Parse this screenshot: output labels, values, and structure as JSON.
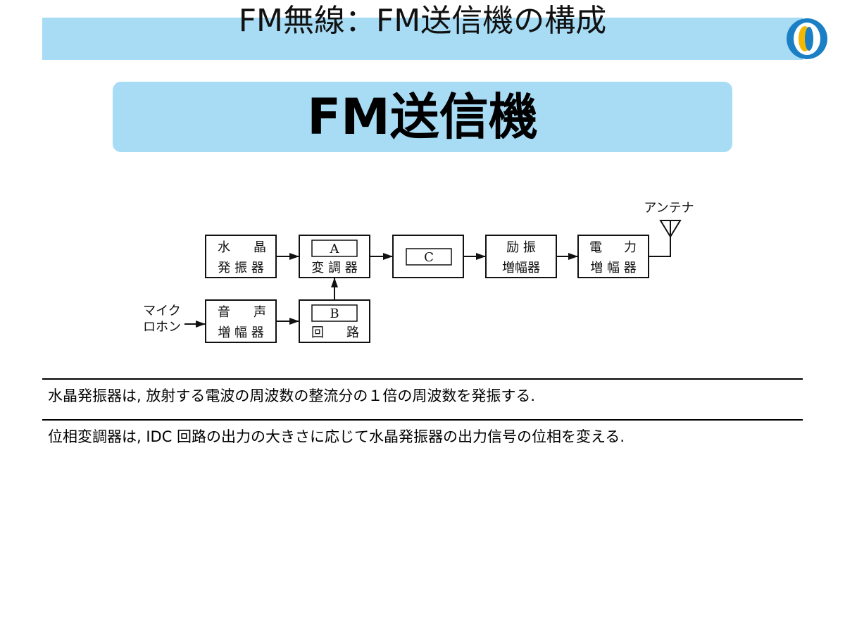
{
  "header": {
    "title": "FM無線：FM送信機の構成",
    "logo_icon": "logo-icon"
  },
  "banner": {
    "title": "FM送信機"
  },
  "diagram": {
    "antenna_label": "アンテナ",
    "mic_label_line1": "マイク",
    "mic_label_line2": "ロホン",
    "blocks": {
      "crystal_osc": {
        "line1_a": "水",
        "line1_b": "晶",
        "line2": "発 振 器"
      },
      "modulator": {
        "inner": "A",
        "line2": "変 調 器"
      },
      "block_c": {
        "inner": "C"
      },
      "exciter": {
        "line1": "励 振",
        "line2": "増幅器"
      },
      "power_amp": {
        "line1_a": "電",
        "line1_b": "力",
        "line2": "増 幅 器"
      },
      "audio_amp": {
        "line1_a": "音",
        "line1_b": "声",
        "line2": "増 幅 器"
      },
      "circuit_b": {
        "inner": "B",
        "line2_a": "回",
        "line2_b": "路"
      }
    }
  },
  "statements": [
    "水晶発振器は, 放射する電波の周波数の整流分の１倍の周波数を発振する.",
    "位相変調器は, IDC 回路の出力の大きさに応じて水晶発振器の出力信号の位相を変える."
  ],
  "colors": {
    "header_bg": "#a8dcf5",
    "logo_blue": "#1a7fc4",
    "logo_yellow": "#f5b800"
  }
}
